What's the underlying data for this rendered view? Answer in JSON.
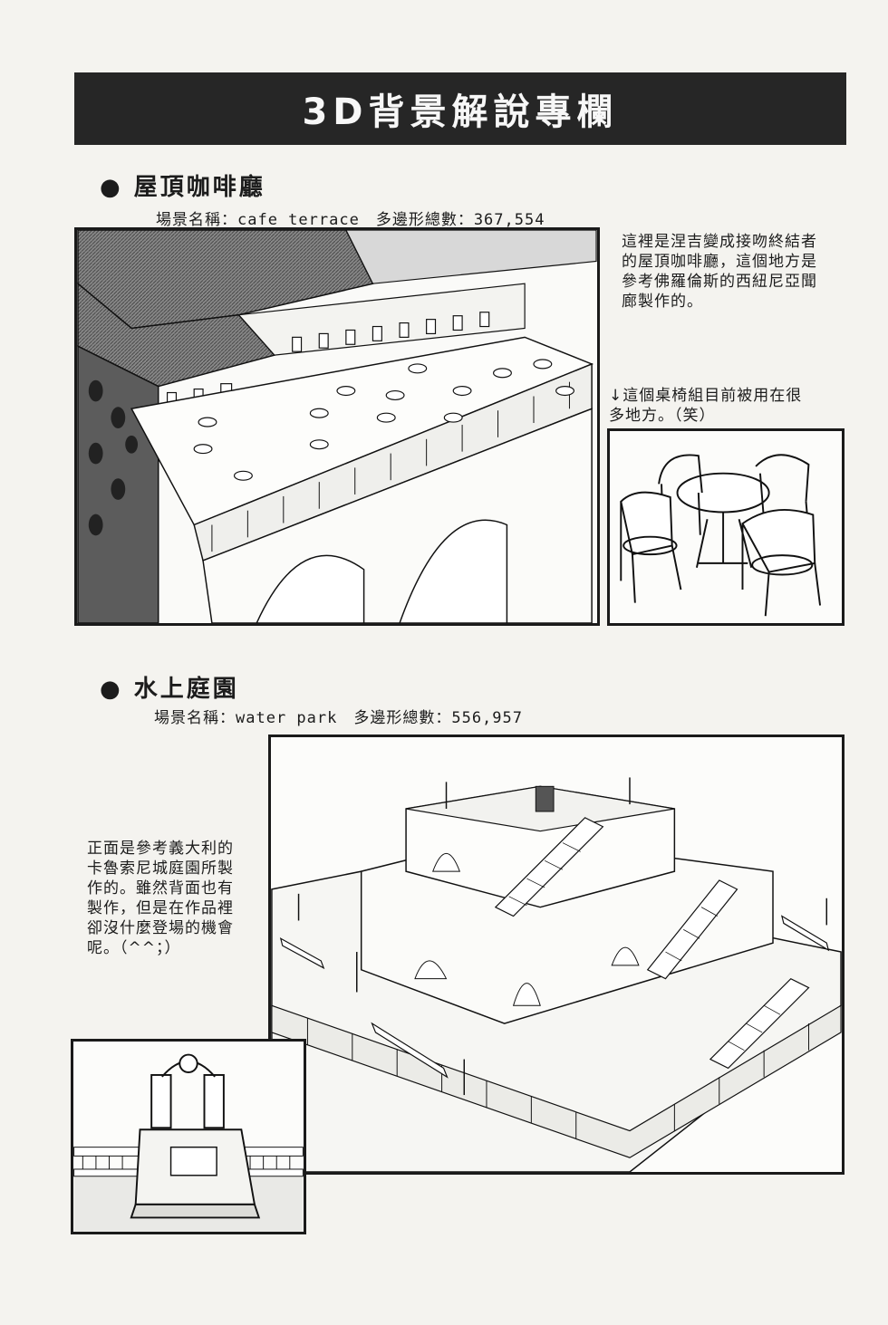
{
  "banner": {
    "title": "3D背景解說專欄"
  },
  "section1": {
    "title": "● 屋頂咖啡廳",
    "meta": "場景名稱：cafe terrace　多邊形總數：367,554",
    "note": [
      "這裡是涅吉變成接吻終結者",
      "的屋頂咖啡廳，這個地方是",
      "參考佛羅倫斯的西紐尼亞聞",
      "廊製作的。"
    ],
    "note2": [
      "↓這個桌椅組目前被用在很",
      "多地方。（笑）"
    ]
  },
  "section2": {
    "title": "● 水上庭園",
    "meta": "場景名稱：water park　多邊形總數：556,957",
    "note": [
      "正面是參考義大利的",
      "卡魯索尼城庭園所製",
      "作的。雖然背面也有",
      "製作，但是在作品裡",
      "卻沒什麼登場的機會",
      "呢。（^^；）"
    ]
  }
}
